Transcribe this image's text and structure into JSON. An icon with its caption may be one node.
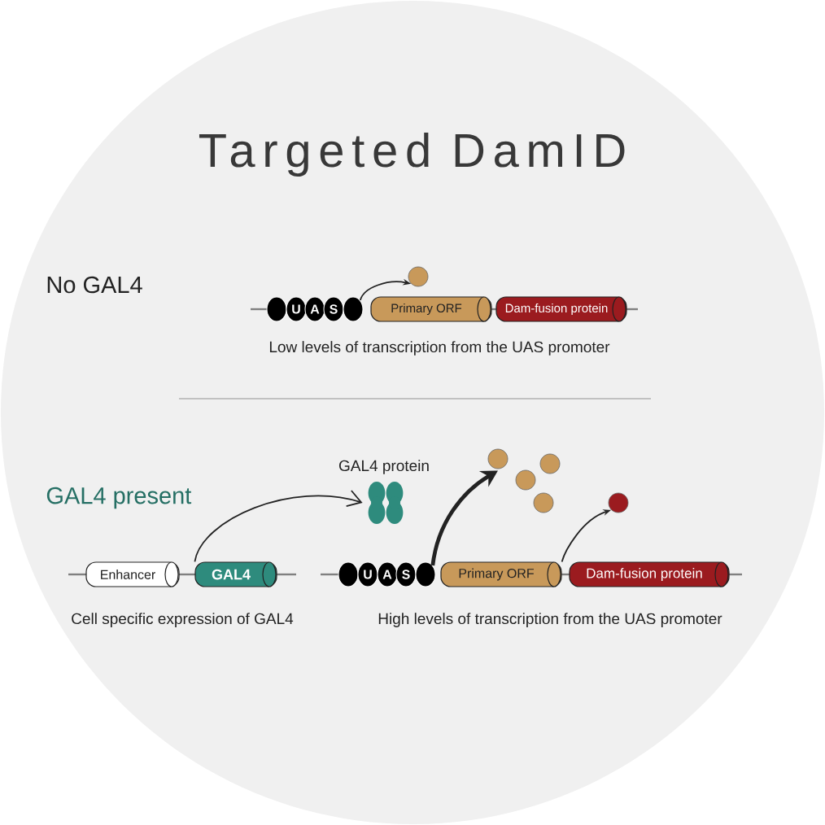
{
  "diagram": {
    "title": "Targeted DamID",
    "nodes": [
      {
        "text": [],
        "shape": "circle"
      },
      {
        "text": [
          "U"
        ]
      },
      {
        "text": [
          "A"
        ]
      },
      {
        "text": [
          "S"
        ]
      },
      {
        "text": [],
        "shape": "circle"
      },
      {
        "text": [
          "Primary ORF"
        ]
      },
      {
        "text": [
          "Dam-fusion protein"
        ]
      },
      {
        "text": [],
        "shape": "circle"
      },
      {
        "text": [
          "Enhancer"
        ]
      },
      {
        "text": [
          "GAL4"
        ]
      },
      {
        "text": [
          "GAL4 protein"
        ]
      },
      {
        "text": [],
        "shape": "circle"
      },
      {
        "text": [
          "U"
        ]
      },
      {
        "text": [
          "A"
        ]
      },
      {
        "text": [
          "S"
        ]
      },
      {
        "text": [],
        "shape": "circle"
      },
      {
        "text": [
          "Primary ORF"
        ]
      },
      {
        "text": [
          "Dam-fusion protein"
        ]
      },
      {
        "text": [],
        "shape": "circle"
      },
      {
        "text": [],
        "shape": "circle"
      },
      {
        "text": [],
        "shape": "circle"
      },
      {
        "text": [],
        "shape": "circle"
      },
      {
        "text": [],
        "shape": "circle"
      }
    ],
    "edges": [
      {
        "from": 4,
        "to": 7,
        "arrow": "to"
      },
      {
        "from": 9,
        "to": 10,
        "arrow": "to"
      },
      {
        "from": 15,
        "to": 18,
        "arrow": "to",
        "style": "thick"
      },
      {
        "from": 16,
        "to": 22,
        "arrow": "to"
      }
    ],
    "labels": [
      "No GAL4",
      "Low levels of transcription from the UAS promoter",
      "GAL4 present",
      "Cell specific expression of GAL4",
      "High levels of transcription from the UAS promoter"
    ]
  }
}
